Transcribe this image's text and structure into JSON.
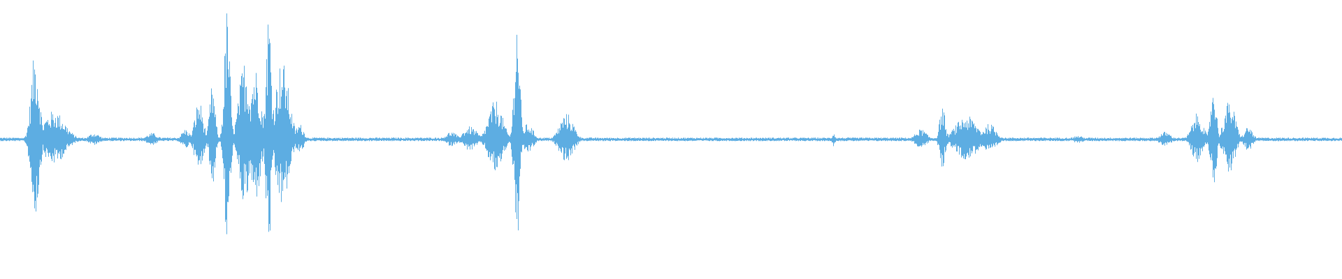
{
  "waveform": {
    "color": "#5dade2",
    "samples": 1920,
    "bursts": [
      {
        "center": 0.026,
        "width": 0.006,
        "amp": 0.68
      },
      {
        "center": 0.04,
        "width": 0.016,
        "amp": 0.22
      },
      {
        "center": 0.07,
        "width": 0.008,
        "amp": 0.05
      },
      {
        "center": 0.113,
        "width": 0.008,
        "amp": 0.05
      },
      {
        "center": 0.138,
        "width": 0.006,
        "amp": 0.08
      },
      {
        "center": 0.148,
        "width": 0.006,
        "amp": 0.3
      },
      {
        "center": 0.158,
        "width": 0.004,
        "amp": 0.42
      },
      {
        "center": 0.169,
        "width": 0.004,
        "amp": 1.0
      },
      {
        "center": 0.182,
        "width": 0.008,
        "amp": 0.6
      },
      {
        "center": 0.19,
        "width": 0.008,
        "amp": 0.55
      },
      {
        "center": 0.2,
        "width": 0.004,
        "amp": 1.0
      },
      {
        "center": 0.21,
        "width": 0.01,
        "amp": 0.6
      },
      {
        "center": 0.223,
        "width": 0.006,
        "amp": 0.12
      },
      {
        "center": 0.336,
        "width": 0.008,
        "amp": 0.06
      },
      {
        "center": 0.35,
        "width": 0.01,
        "amp": 0.1
      },
      {
        "center": 0.369,
        "width": 0.01,
        "amp": 0.3
      },
      {
        "center": 0.385,
        "width": 0.004,
        "amp": 0.95
      },
      {
        "center": 0.393,
        "width": 0.008,
        "amp": 0.12
      },
      {
        "center": 0.422,
        "width": 0.01,
        "amp": 0.2
      },
      {
        "center": 0.621,
        "width": 0.002,
        "amp": 0.06
      },
      {
        "center": 0.686,
        "width": 0.008,
        "amp": 0.08
      },
      {
        "center": 0.702,
        "width": 0.004,
        "amp": 0.26
      },
      {
        "center": 0.72,
        "width": 0.016,
        "amp": 0.18
      },
      {
        "center": 0.737,
        "width": 0.01,
        "amp": 0.12
      },
      {
        "center": 0.803,
        "width": 0.008,
        "amp": 0.03
      },
      {
        "center": 0.868,
        "width": 0.008,
        "amp": 0.06
      },
      {
        "center": 0.892,
        "width": 0.008,
        "amp": 0.2
      },
      {
        "center": 0.904,
        "width": 0.004,
        "amp": 0.45
      },
      {
        "center": 0.916,
        "width": 0.008,
        "amp": 0.3
      },
      {
        "center": 0.93,
        "width": 0.006,
        "amp": 0.1
      }
    ],
    "noise_floor": 0.015
  }
}
